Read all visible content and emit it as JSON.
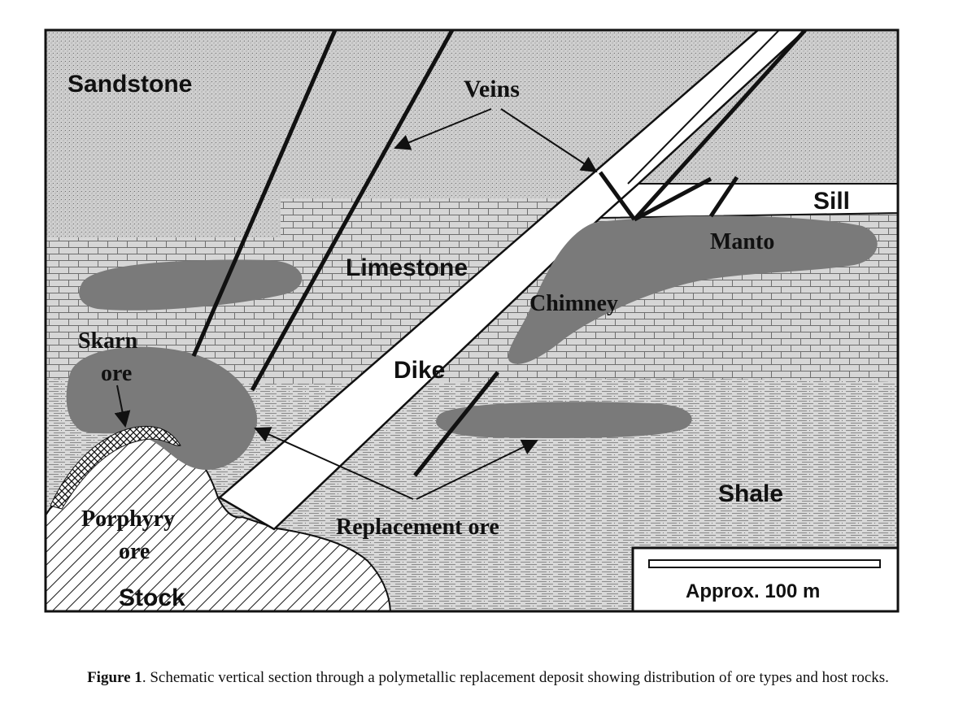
{
  "labels": {
    "sandstone": "Sandstone",
    "veins": "Veins",
    "sill": "Sill",
    "manto": "Manto",
    "limestone": "Limestone",
    "chimney": "Chimney",
    "skarn_line1": "Skarn",
    "skarn_line2": "ore",
    "dike": "Dike",
    "shale": "Shale",
    "porphyry_line1": "Porphyry",
    "porphyry_line2": "ore",
    "replacement_ore": "Replacement ore",
    "stock": "Stock",
    "scale": "Approx. 100 m"
  },
  "caption": {
    "figure": "Figure 1",
    "text": ". Schematic vertical section through a polymetallic replacement deposit showing distribution of ore types and host rocks."
  },
  "colors": {
    "sandstone_fill": "#c9c9c9",
    "limestone_fill": "#d4d4d4",
    "ore_fill": "#7a7a7a",
    "outline": "#111111"
  }
}
